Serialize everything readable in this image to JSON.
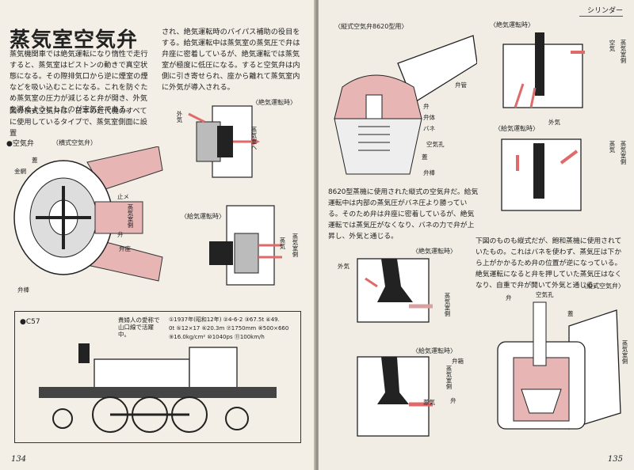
{
  "left": {
    "title": "蒸気室空気弁",
    "body_1": "蒸気機関車では絶気運転になり惰性で走行すると、蒸気室はピストンの動きで真空状態になる。その際排気口から逆に煙室の煙などを吸い込むことになる。これを防ぐため蒸気室の圧力が減じると弁が開き、外気を導くようにしたのが空気弁である。",
    "body_2": "図の横式空気弁は、日本の近代機のすべてに使用しているタイプで、蒸気室側面に設置",
    "body_3": "され、絶気運転時のバイパス補助の役目をする。給気運転中は蒸気室の蒸気圧で弁は弁座に密着しているが、絶気運転では蒸気室が極度に低圧になる。すると空気弁は内側に引き寄せられ、座から離れて蒸気室内に外気が導入される。",
    "valve_heading": "空気弁",
    "valve_type": "（横式空気弁）",
    "labels": {
      "lid": "蓋",
      "mesh": "金網",
      "stopper": "止メ",
      "steam_side": "蒸気室側",
      "valve": "弁",
      "seat": "弁座",
      "stem": "弁棒"
    },
    "d1_caption": "〈絶気運転時〉",
    "d1_air": "外気",
    "d1_to": "蒸気室へ",
    "d2_caption": "〈給気運転時〉",
    "d2_steam": "蒸気",
    "d2_side": "蒸気室側",
    "loco_label": "C57",
    "loco_note": "貴婦人の愛称で山口線で活躍中。",
    "specs": [
      "①1937年(昭和12年) ②4-6-2 ③67.5t ④49.",
      "0t ⑤12×17 ⑥20.3m ⑦1750mm ⑧500×660",
      "⑨16.0kg/cm² ⑩1040ps ⑪100km/h"
    ],
    "page_no": "134"
  },
  "right": {
    "running_head": "シリンダー",
    "vert_heading": "〈縦式空気弁8620型用〉",
    "vlabels": {
      "pipe": "弁管",
      "valve": "弁",
      "body": "弁体",
      "spring": "バネ",
      "hole": "空気孔",
      "lid": "蓋",
      "stem": "弁棒"
    },
    "c1_caption": "〈絶気運転時〉",
    "c1_air_side": "空気",
    "c1_steam": "蒸気室側",
    "c1_outside": "外気",
    "c2_caption": "〈給気運転時〉",
    "c2_steam": "蒸気",
    "c2_side": "蒸気室側",
    "body_mid": "8620型蒸機に使用された縦式の空気弁だ。給気運転中は内部の蒸気圧がバネ圧より勝っている。そのため弁は弁座に密着しているが、絶気運転では蒸気圧がなくなり、バネの力で弁が上昇し、外気と通じる。",
    "e1_caption": "〈絶気運転時〉",
    "e1_air": "外気",
    "e1_side": "蒸気室側",
    "e2_caption": "〈給気運転時〉",
    "e2_steam": "蒸気",
    "e2_side": "蒸気室側",
    "body_low": "下図のものも縦式だが、飽和蒸機に使用されていたもの。これはバネを使わず、蒸気圧は下から上がかかるため弁の位置が逆になっている。絶気運転になると弁を押していた蒸気圧はなくなり、自重で弁が開いて外気と通じる。",
    "low_heading": "〈縦式空気弁〉",
    "low_labels": {
      "valve": "弁",
      "hole": "空気孔",
      "lid": "蓋",
      "box": "弁箱",
      "valve2": "弁",
      "side": "蒸気室側"
    },
    "page_no": "135"
  }
}
